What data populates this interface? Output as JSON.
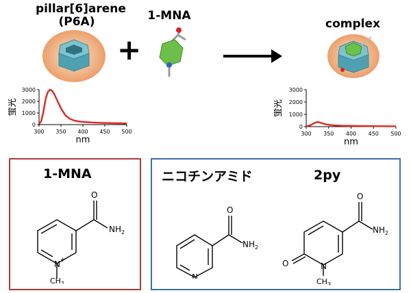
{
  "top": {
    "host_title_line1": "pillar[6]arene",
    "host_title_line2": "(P6A)",
    "guest_title": "1-MNA",
    "product_title": "complex",
    "plus": "+"
  },
  "colors": {
    "curve": "#d9302a",
    "red_box": "#b03a3a",
    "blue_box": "#3a6ea8",
    "ring_teal": "#5aa9b8",
    "ring_green": "#6cc04a",
    "halo": "#f2c29a"
  },
  "chart_data": [
    {
      "type": "line",
      "ylabel": "蛍光",
      "xlabel": "nm",
      "xlim": [
        300,
        500
      ],
      "ylim": [
        0,
        3000
      ],
      "x_ticks": [
        "300",
        "350",
        "400",
        "450",
        "500"
      ],
      "y_ticks": [
        "0",
        "1000",
        "2000",
        "3000"
      ],
      "series": [
        {
          "x": [
            300,
            305,
            310,
            315,
            320,
            325,
            330,
            335,
            340,
            350,
            360,
            370,
            380,
            390,
            400,
            420,
            450,
            500
          ],
          "y": [
            50,
            300,
            1100,
            2200,
            2800,
            3000,
            2900,
            2600,
            2200,
            1400,
            800,
            500,
            350,
            270,
            230,
            180,
            140,
            100
          ]
        }
      ]
    },
    {
      "type": "line",
      "ylabel": "蛍光",
      "xlabel": "nm",
      "xlim": [
        300,
        500
      ],
      "ylim": [
        0,
        3000
      ],
      "x_ticks": [
        "300",
        "350",
        "400",
        "450",
        "500"
      ],
      "y_ticks": [
        "0",
        "1000",
        "2000",
        "3000"
      ],
      "series": [
        {
          "x": [
            300,
            310,
            320,
            325,
            330,
            340,
            350,
            360,
            380,
            400,
            450,
            500
          ],
          "y": [
            20,
            120,
            320,
            380,
            340,
            220,
            150,
            110,
            80,
            60,
            40,
            30
          ]
        }
      ]
    }
  ],
  "panels": {
    "left": {
      "title": "1-MNA",
      "n_label": "N",
      "charge": "+",
      "ch3": "CH",
      "ch3_sub": "3",
      "o": "O",
      "nh2": "NH",
      "nh2_sub": "2"
    },
    "right": {
      "title1": "ニコチンアミド",
      "title2": "2py",
      "n_label": "N",
      "o": "O",
      "nh2": "NH",
      "nh2_sub": "2",
      "o2": "O",
      "ch3": "CH",
      "ch3_sub": "3"
    }
  }
}
